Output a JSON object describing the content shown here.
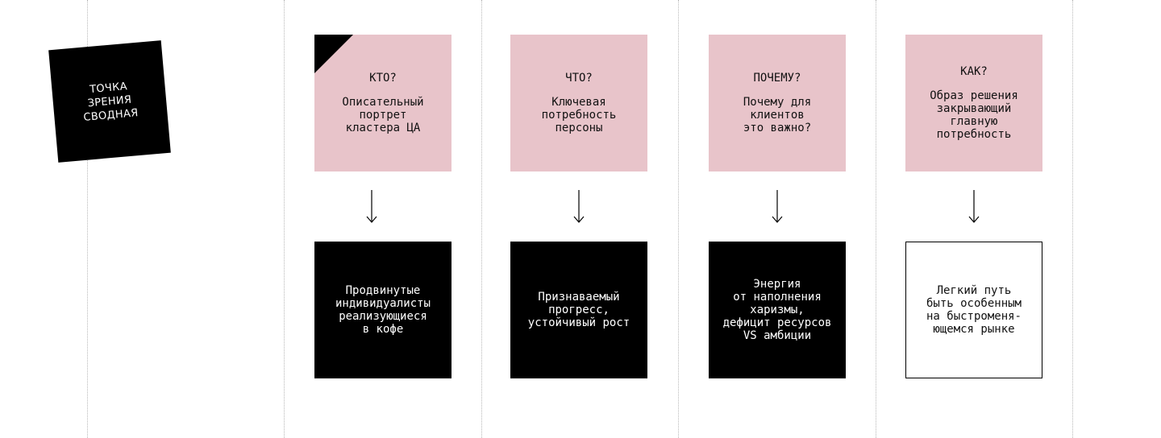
{
  "title_sticker": {
    "text": "ТОЧКА\nЗРЕНИЯ\nСВОДНАЯ"
  },
  "columns": [
    {
      "question": "КТО?",
      "question_detail": "Описательный\nпортрет\nкластера ЦА",
      "answer": "Продвинутые\nиндивидуалисты\nреализующиеся\nв кофе"
    },
    {
      "question": "ЧТО?",
      "question_detail": "Ключевая\nпотребность\nперсоны",
      "answer": "Признаваемый\nпрогресс,\nустойчивый рост"
    },
    {
      "question": "ПОЧЕМУ?",
      "question_detail": "Почему для\nклиентов\nэто важно?",
      "answer": "Энергия\nот наполнения\nхаризмы,\nдефицит ресурсов\nVS амбиции"
    },
    {
      "question": "КАК?",
      "question_detail": "Образ решения\nзакрывающий\nглавную\nпотребность",
      "answer": "Легкий путь\nбыть особенным\nна быстроменя-\nющемся рынке"
    }
  ],
  "colors": {
    "pink_card": "#e8c4ca",
    "black_card": "#000000",
    "outline_card": "#ffffff",
    "guide_line": "#b8b8b8"
  }
}
